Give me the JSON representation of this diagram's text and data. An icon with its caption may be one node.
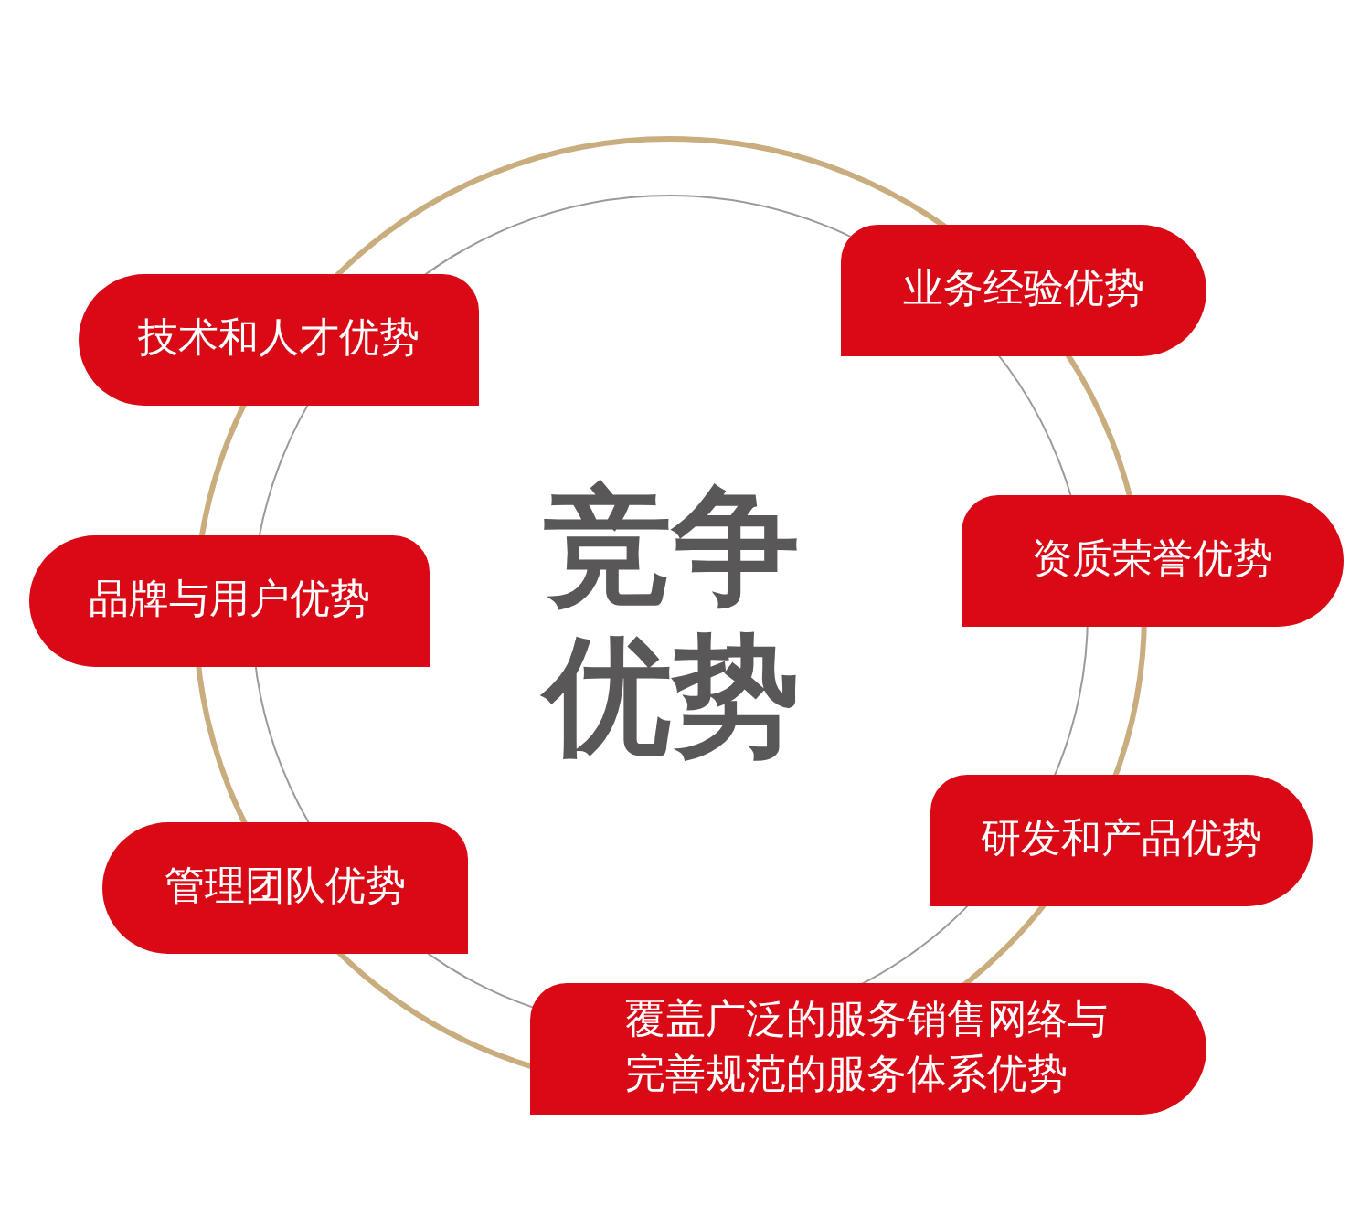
{
  "diagram": {
    "nodes": [
      {
        "text": [
          "竞争优势"
        ]
      },
      {
        "text": [
          "技术和人才优势"
        ]
      },
      {
        "text": [
          "业务经验优势"
        ]
      },
      {
        "text": [
          "品牌与用户优势"
        ]
      },
      {
        "text": [
          "资质荣誉优势"
        ]
      },
      {
        "text": [
          "管理团队优势"
        ]
      },
      {
        "text": [
          "研发和产品优势"
        ]
      },
      {
        "text": [
          "覆盖广泛的服务销售网络与完善规范的服务体系优势"
        ]
      }
    ]
  }
}
